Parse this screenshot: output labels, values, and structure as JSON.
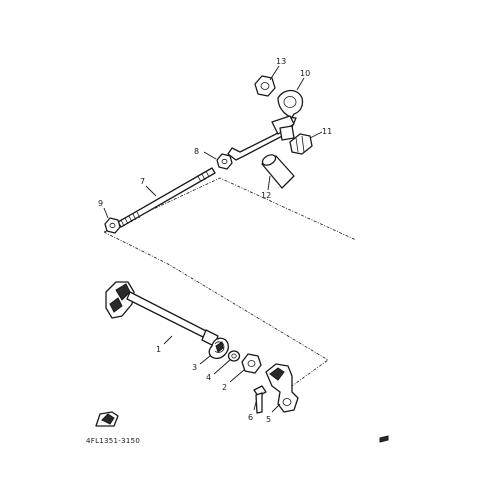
{
  "diagram": {
    "part_code": "4FL1351-3150",
    "callouts": [
      {
        "id": "c1",
        "label": "1"
      },
      {
        "id": "c2",
        "label": "2"
      },
      {
        "id": "c3",
        "label": "3"
      },
      {
        "id": "c4",
        "label": "4"
      },
      {
        "id": "c5",
        "label": "5"
      },
      {
        "id": "c6",
        "label": "6"
      },
      {
        "id": "c7",
        "label": "7"
      },
      {
        "id": "c8",
        "label": "8"
      },
      {
        "id": "c9",
        "label": "9"
      },
      {
        "id": "c10",
        "label": "10"
      },
      {
        "id": "c11",
        "label": "11"
      },
      {
        "id": "c12",
        "label": "12"
      },
      {
        "id": "c13",
        "label": "13"
      }
    ]
  }
}
